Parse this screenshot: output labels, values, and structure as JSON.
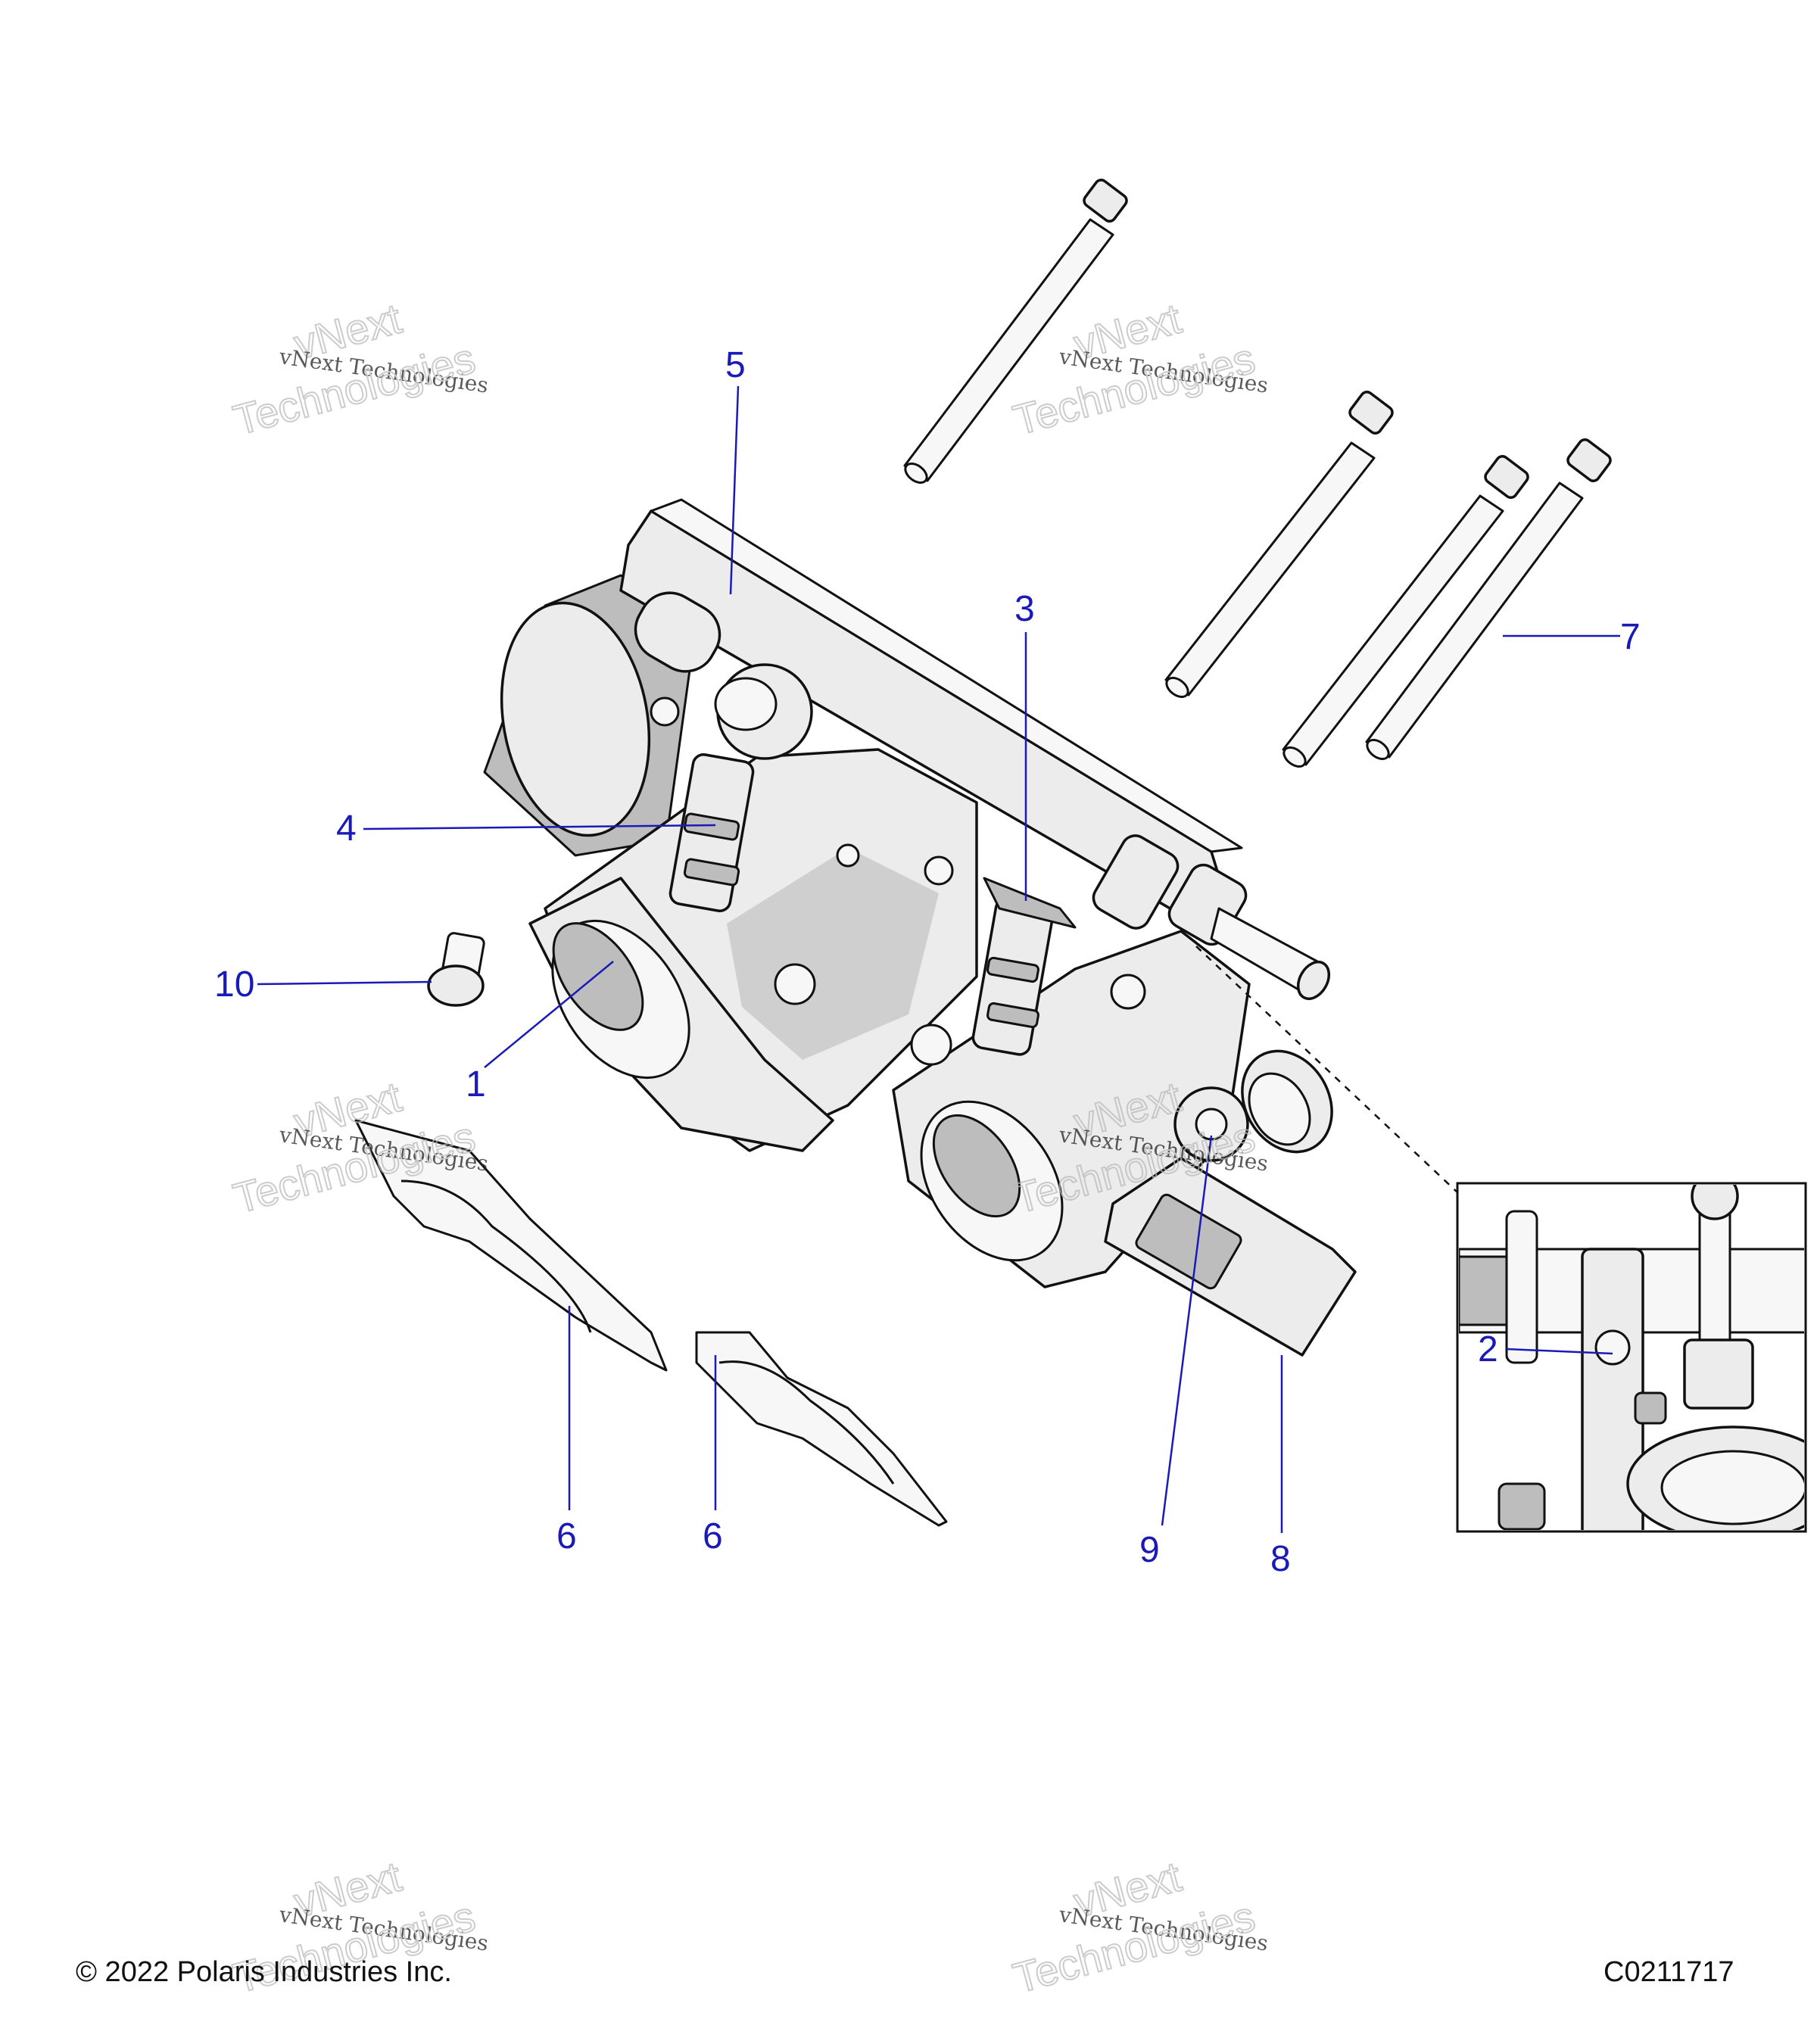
{
  "callouts": [
    {
      "id": "1",
      "text": "1"
    },
    {
      "id": "2",
      "text": "2"
    },
    {
      "id": "3",
      "text": "3"
    },
    {
      "id": "4",
      "text": "4"
    },
    {
      "id": "5",
      "text": "5"
    },
    {
      "id": "6a",
      "text": "6"
    },
    {
      "id": "6b",
      "text": "6"
    },
    {
      "id": "7",
      "text": "7"
    },
    {
      "id": "8",
      "text": "8"
    },
    {
      "id": "9",
      "text": "9"
    },
    {
      "id": "10",
      "text": "10"
    }
  ],
  "watermark": {
    "line1": "vNext",
    "line2": "vNext Technologies",
    "line3": "Technologies"
  },
  "footer": {
    "copyright": "© 2022 Polaris Industries Inc.",
    "code": "C0211717"
  },
  "colors": {
    "callout": "#1a1ab8",
    "line": "#111111"
  }
}
